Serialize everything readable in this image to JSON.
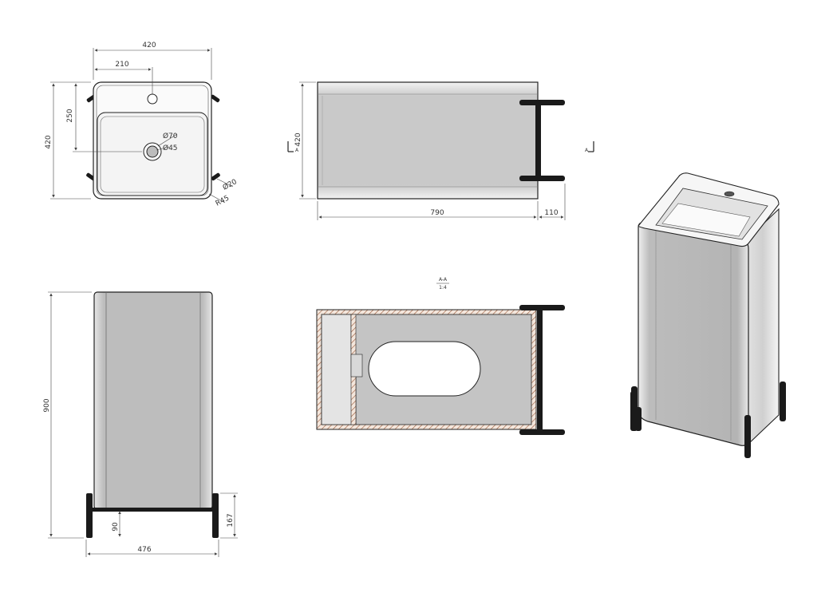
{
  "top_view": {
    "width_total": "420",
    "width_half": "210",
    "height_total": "420",
    "tap_offset": "250",
    "drain_outer": "Ø70",
    "drain_inner": "Ø45",
    "leg_diameter": "Ø20",
    "corner_radius": "R45"
  },
  "side_view": {
    "height": "420",
    "body_length": "790",
    "leg_length": "110",
    "section_marker_left": "A",
    "section_marker_right": "A"
  },
  "section_view": {
    "title": "A-A",
    "scale": "1:4"
  },
  "front_view": {
    "height_total": "900",
    "leg_height": "167",
    "leg_gap": "90",
    "width_total": "476"
  },
  "colors": {
    "line": "#222222",
    "body_fill": "#b8b8b8",
    "body_light": "#d9d9d9",
    "leg": "#1a1a1a",
    "hatch": "#9a5a3a"
  }
}
